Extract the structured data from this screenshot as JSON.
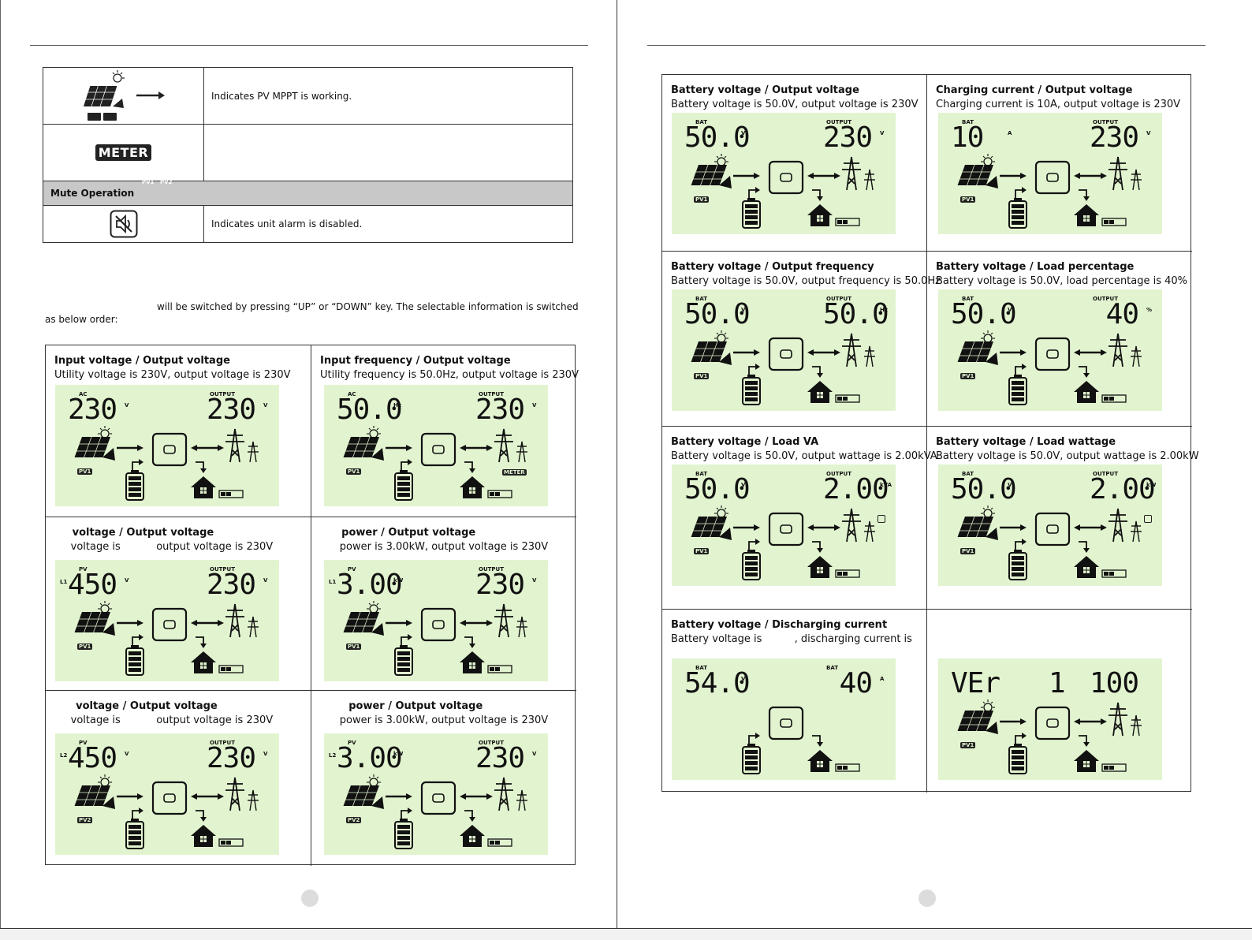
{
  "icon_table": {
    "pv_mppt_desc": "Indicates PV MPPT is working.",
    "pv1": "PV1",
    "pv2": "PV2",
    "meter_label": "METER",
    "mute_section": "Mute Operation",
    "mute_desc": "Indicates unit alarm is disabled."
  },
  "intro": {
    "line1": "will be switched by pressing “UP” or “DOWN” key. The selectable information is  switched",
    "line2": "as below order:"
  },
  "left_cells": [
    {
      "title": "Input voltage / Output voltage",
      "desc": "Utility voltage is 230V, output voltage is 230V",
      "lcd": {
        "lbl_l": "AC",
        "big_l": "230",
        "unit_l": "V",
        "lx": "",
        "lbl_r": "OUTPUT",
        "big_r": "230",
        "unit_r": "V",
        "pv": "PV1",
        "meter": "",
        "battery": true,
        "mute": false
      }
    },
    {
      "title": "Input frequency / Output voltage",
      "desc": "Utility frequency is 50.0Hz, output voltage is 230V",
      "lcd": {
        "lbl_l": "AC",
        "big_l": "50.0",
        "unit_l": "Hz",
        "lx": "",
        "lbl_r": "OUTPUT",
        "big_r": "230",
        "unit_r": "V",
        "pv": "PV1",
        "meter": "METER",
        "battery": true,
        "mute": false
      }
    },
    {
      "title": "     voltage / Output voltage",
      "desc": "     voltage is           output voltage is 230V",
      "lcd": {
        "lbl_l": "PV",
        "big_l": "450",
        "unit_l": "V",
        "lx": "L1",
        "lbl_r": "OUTPUT",
        "big_r": "230",
        "unit_r": "V",
        "pv": "PV1",
        "meter": "",
        "battery": true,
        "mute": false
      }
    },
    {
      "title": "      power / Output voltage",
      "desc": "      power is 3.00kW, output voltage is 230V",
      "lcd": {
        "lbl_l": "PV",
        "big_l": "3.00",
        "unit_l": "kW",
        "lx": "L1",
        "lbl_r": "OUTPUT",
        "big_r": "230",
        "unit_r": "V",
        "pv": "PV1",
        "meter": "",
        "battery": true,
        "mute": false
      }
    },
    {
      "title": "      voltage / Output voltage",
      "desc": "     voltage is           output voltage is 230V",
      "lcd": {
        "lbl_l": "PV",
        "big_l": "450",
        "unit_l": "V",
        "lx": "L2",
        "lbl_r": "OUTPUT",
        "big_r": "230",
        "unit_r": "V",
        "pv": "PV2",
        "meter": "",
        "battery": true,
        "mute": false
      }
    },
    {
      "title": "        power / Output voltage",
      "desc": "      power is 3.00kW, output voltage is 230V",
      "lcd": {
        "lbl_l": "PV",
        "big_l": "3.00",
        "unit_l": "kW",
        "lx": "L2",
        "lbl_r": "OUTPUT",
        "big_r": "230",
        "unit_r": "V",
        "pv": "PV2",
        "meter": "",
        "battery": true,
        "mute": false
      }
    }
  ],
  "right_cells": [
    {
      "title": "Battery voltage / Output voltage",
      "desc": "Battery voltage is 50.0V, output voltage is 230V",
      "lcd": {
        "lbl_l": "BAT",
        "big_l": "50.0",
        "unit_l": "V",
        "lx": "",
        "lbl_r": "OUTPUT",
        "big_r": "230",
        "unit_r": "V",
        "pv": "PV1",
        "meter": "",
        "battery": true,
        "mute": false
      }
    },
    {
      "title": "Charging current / Output voltage",
      "desc": "Charging current is 10A, output voltage is 230V",
      "lcd": {
        "lbl_l": "BAT",
        "big_l": " 10",
        "unit_l": "A",
        "lx": "",
        "lbl_r": "OUTPUT",
        "big_r": "230",
        "unit_r": "V",
        "pv": "PV1",
        "meter": "",
        "battery": true,
        "mute": false
      }
    },
    {
      "title": "Battery voltage / Output frequency",
      "desc": "Battery voltage is 50.0V, output frequency is 50.0Hz",
      "lcd": {
        "lbl_l": "BAT",
        "big_l": "50.0",
        "unit_l": "V",
        "lx": "",
        "lbl_r": "OUTPUT",
        "big_r": "50.0",
        "unit_r": "Hz",
        "pv": "PV1",
        "meter": "",
        "battery": true,
        "mute": false
      }
    },
    {
      "title": "Battery voltage / Load percentage",
      "desc": "Battery voltage is 50.0V, load percentage is 40%",
      "lcd": {
        "lbl_l": "BAT",
        "big_l": "50.0",
        "unit_l": "V",
        "lx": "",
        "lbl_r": "OUTPUT",
        "big_r": " 40",
        "unit_r": "%",
        "pv": "PV1",
        "meter": "",
        "battery": true,
        "mute": false
      }
    },
    {
      "title": "Battery voltage / Load VA",
      "desc": "Battery voltage is 50.0V, output wattage is 2.00kVA",
      "lcd": {
        "lbl_l": "BAT",
        "big_l": "50.0",
        "unit_l": "V",
        "lx": "",
        "lbl_r": "OUTPUT",
        "big_r": "2.00",
        "unit_r": "kVA",
        "pv": "PV1",
        "meter": "",
        "battery": true,
        "mute": true
      }
    },
    {
      "title": "Battery voltage / Load wattage",
      "desc": "Battery voltage is 50.0V, output wattage is 2.00kW",
      "lcd": {
        "lbl_l": "BAT",
        "big_l": "50.0",
        "unit_l": "V",
        "lx": "",
        "lbl_r": "OUTPUT",
        "big_r": "2.00",
        "unit_r": "kW",
        "pv": "PV1",
        "meter": "",
        "battery": true,
        "mute": true
      }
    },
    {
      "title": "Battery voltage / Discharging current",
      "desc": "Battery voltage is          , discharging current is",
      "lcd": {
        "lbl_l": "BAT",
        "big_l": "54.0",
        "unit_l": "V",
        "lx": "",
        "lbl_r": "BAT",
        "big_r": " 40",
        "unit_r": "A",
        "pv": "",
        "meter": "",
        "battery": true,
        "mute": false,
        "no_grid": true
      }
    },
    {
      "title": "",
      "desc": "",
      "lcd": {
        "lbl_l": "",
        "big_l": "VEr   1",
        "unit_l": "",
        "lx": "",
        "lbl_r": "",
        "big_r": "100",
        "unit_r": "",
        "pv": "PV1",
        "meter": "",
        "battery": true,
        "mute": false,
        "version": true
      }
    }
  ]
}
